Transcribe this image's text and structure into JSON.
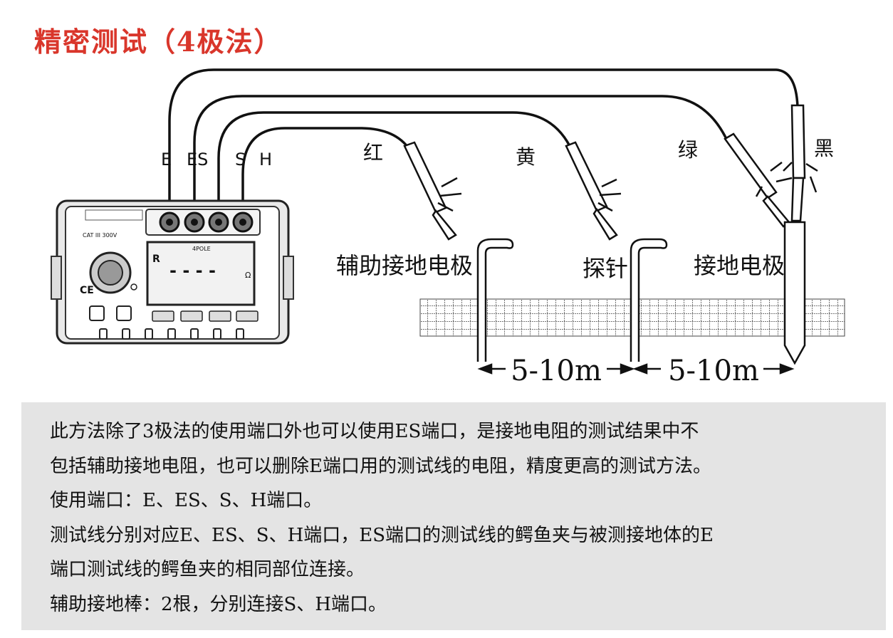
{
  "title": "精密测试（4极法）",
  "terminals": [
    "E",
    "ES",
    "S",
    "H"
  ],
  "wire_colors": {
    "red": "红",
    "yellow": "黄",
    "green": "绿",
    "black": "黑"
  },
  "electrodes": {
    "auxiliary": "辅助接地电极",
    "probe": "探针",
    "ground": "接地电极"
  },
  "distance_1": "5-10m",
  "distance_2": "5-10m",
  "meter": {
    "cat_label": "CAT III 300V",
    "screen_mode": "4POLE",
    "reading_label": "R",
    "reading_value": "- - - -",
    "unit": "Ω"
  },
  "description": [
    "此方法除了3极法的使用端口外也可以使用ES端口，是接地电阻的测试结果中不",
    "包括辅助接地电阻，也可以删除E端口用的测试线的电阻，精度更高的测试方法。",
    "使用端口：E、ES、S、H端口。",
    "测试线分别对应E、ES、S、H端口，ES端口的测试线的鳄鱼夹与被测接地体的E",
    "端口测试线的鳄鱼夹的相同部位连接。",
    "辅助接地棒：2根，分别连接S、H端口。"
  ]
}
